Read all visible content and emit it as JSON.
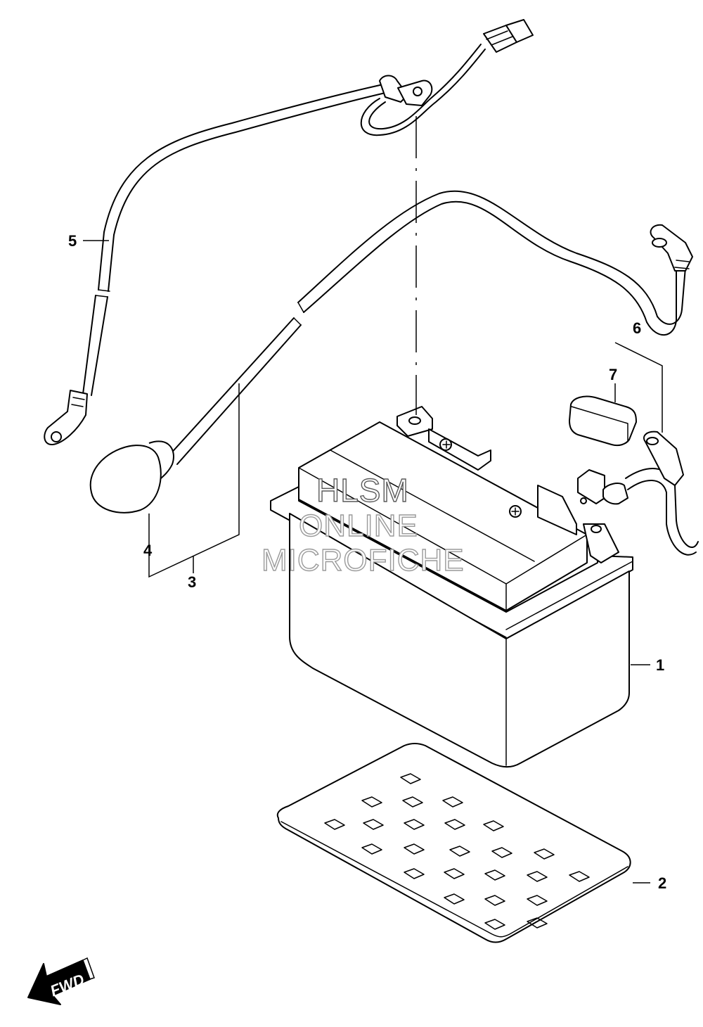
{
  "diagram": {
    "callouts": [
      {
        "id": "1",
        "label": "1"
      },
      {
        "id": "2",
        "label": "2"
      },
      {
        "id": "3",
        "label": "3"
      },
      {
        "id": "4",
        "label": "4"
      },
      {
        "id": "5",
        "label": "5"
      },
      {
        "id": "6",
        "label": "6"
      },
      {
        "id": "7",
        "label": "7"
      }
    ],
    "watermark": {
      "line1": "HLSM",
      "line2": "ONLINE",
      "line3": "MICROFICHE"
    },
    "direction_badge": {
      "label": "FWD"
    }
  }
}
